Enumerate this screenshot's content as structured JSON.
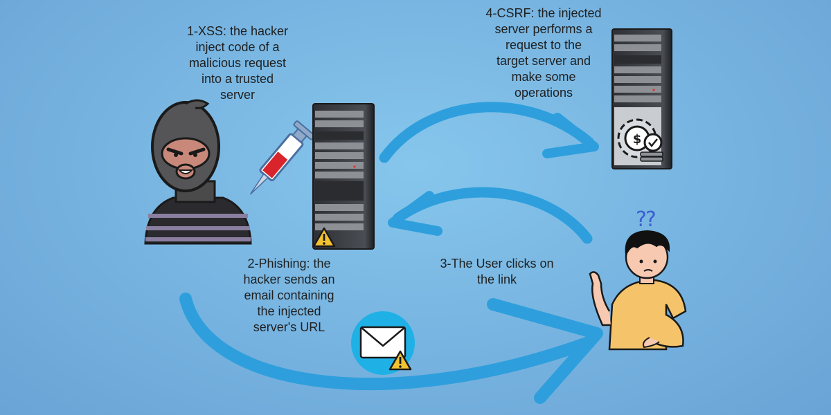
{
  "steps": {
    "xss": "1-XSS: the hacker\ninject code of a\nmalicious request\ninto a trusted\nserver",
    "phishing": "2-Phishing: the\nhacker sends an\nemail containing\nthe injected\nserver's URL",
    "click": "3-The User clicks on\nthe link",
    "csrf": "4-CSRF: the injected\nserver performs a\nrequest to the\ntarget server and\nmake some\noperations"
  },
  "user_confusion": "??",
  "colors": {
    "background": "#7fbde6",
    "arrow": "#2e9fdc",
    "server_body": "#3a3d42",
    "mask": "#4a4a4a",
    "shirt": "#f5c46a",
    "warning": "#f2c230"
  }
}
